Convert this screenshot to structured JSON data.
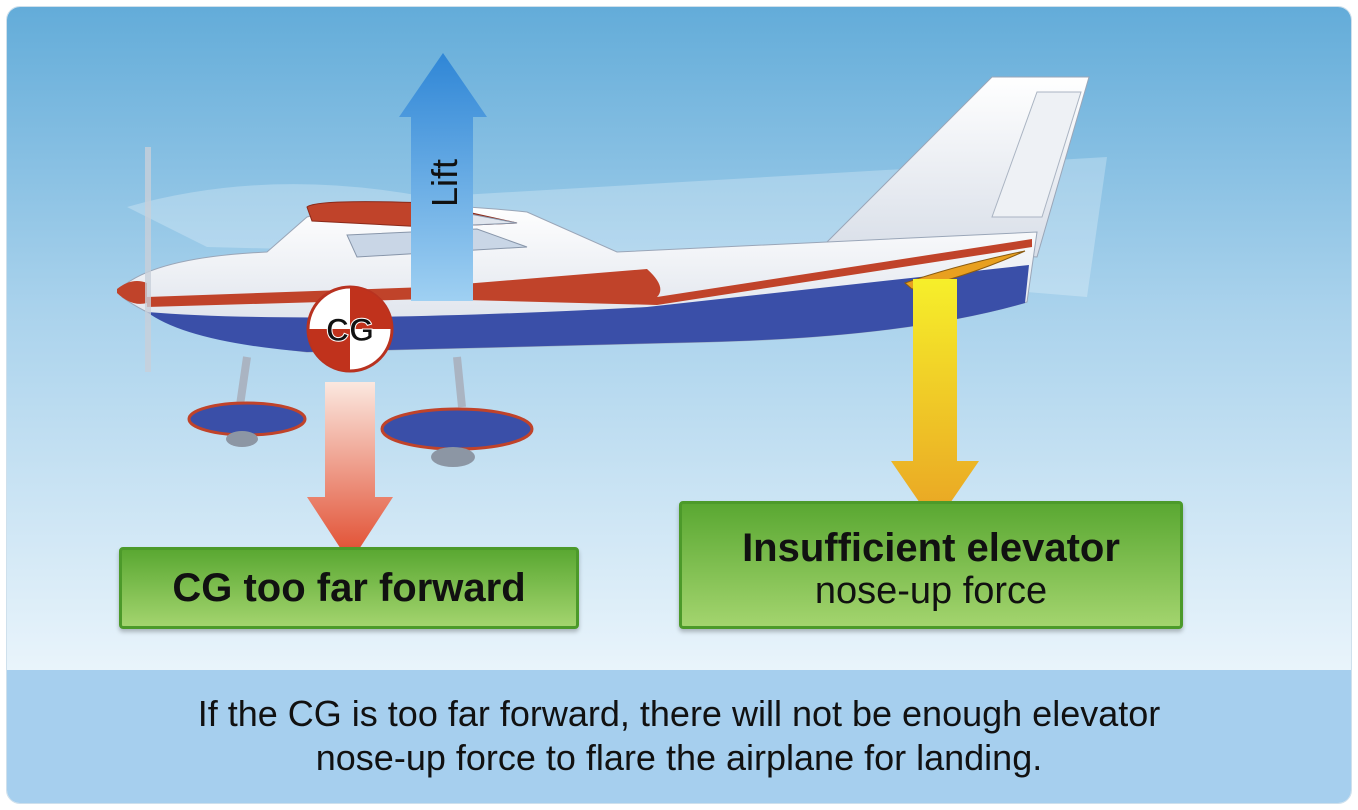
{
  "diagram": {
    "lift_label": "Lift",
    "cg_label": "CG",
    "cg_box_label": "CG too far forward",
    "elevator_box_title": "Insufficient elevator",
    "elevator_box_subtitle": "nose-up force",
    "caption_line1": "If the CG is too far forward, there will not be enough elevator",
    "caption_line2": "nose-up force to flare the airplane for landing."
  },
  "colors": {
    "lift_arrow": "#4a9ee0",
    "cg_arrow": "#e0502a",
    "elevator_arrow": "#f2d21a",
    "box_green": "#5aa832",
    "caption_band": "#a6cfee"
  }
}
